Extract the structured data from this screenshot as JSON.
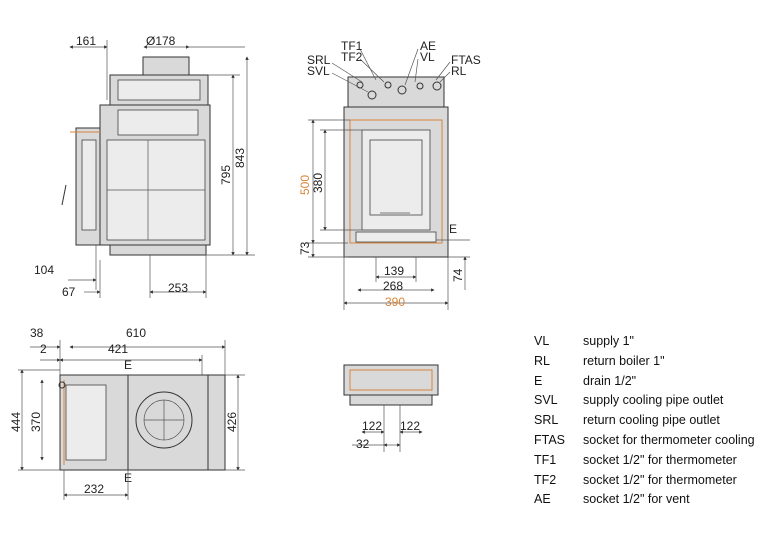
{
  "dimensions": {
    "side_top": [
      "161",
      "Ø178"
    ],
    "side_right": [
      "795",
      "843"
    ],
    "side_bottom": [
      "104",
      "67",
      "253"
    ],
    "front_top_labels": [
      "SRL",
      "SVL",
      "TF1",
      "TF2",
      "AE",
      "VL",
      "FTAS",
      "RL"
    ],
    "front_left": [
      "500",
      "380",
      "73"
    ],
    "front_right": [
      "E",
      "74"
    ],
    "front_bottom": [
      "139",
      "268",
      "390"
    ],
    "plan_top": [
      "38",
      "610",
      "2",
      "421"
    ],
    "plan_left": [
      "444",
      "370"
    ],
    "plan_right": [
      "426"
    ],
    "plan_labels": [
      "E",
      "E"
    ],
    "plan_bottom": [
      "232"
    ],
    "small_bottom": [
      "122",
      "122",
      "32"
    ]
  },
  "legend": [
    {
      "code": "VL",
      "desc": "supply 1\""
    },
    {
      "code": "RL",
      "desc": "return boiler 1\""
    },
    {
      "code": "E",
      "desc": "drain 1/2\""
    },
    {
      "code": "SVL",
      "desc": "supply cooling pipe outlet"
    },
    {
      "code": "SRL",
      "desc": "return cooling pipe outlet"
    },
    {
      "code": "FTAS",
      "desc": "socket for thermometer cooling"
    },
    {
      "code": "TF1",
      "desc": "socket  1/2\" for thermometer"
    },
    {
      "code": "TF2",
      "desc": "socket 1/2\" for thermometer"
    },
    {
      "code": "AE",
      "desc": "socket 1/2\" for vent"
    }
  ],
  "colors": {
    "accent": "#d9843a",
    "line": "#333333",
    "fill": "#d9d9d9"
  }
}
